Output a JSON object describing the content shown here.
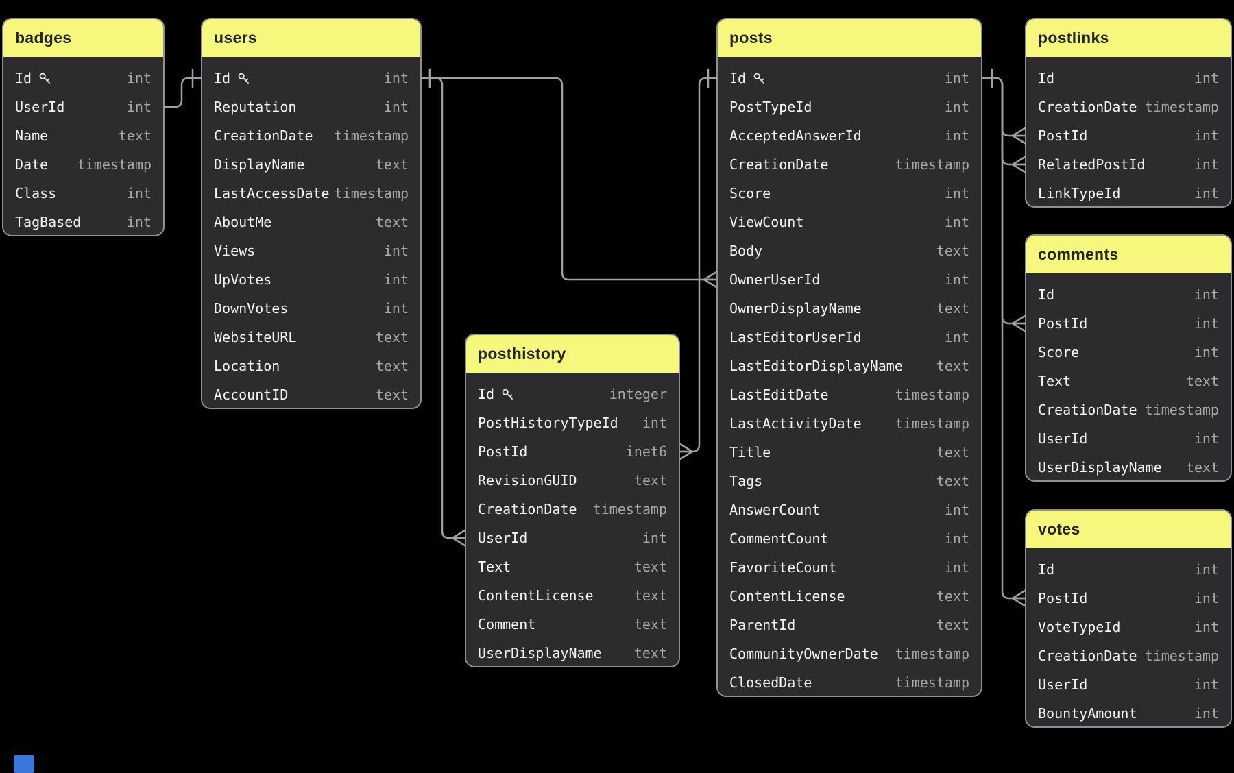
{
  "diagram": {
    "tables": [
      {
        "id": "badges",
        "title": "badges",
        "columns": [
          {
            "name": "Id",
            "type": "int",
            "key": true
          },
          {
            "name": "UserId",
            "type": "int"
          },
          {
            "name": "Name",
            "type": "text"
          },
          {
            "name": "Date",
            "type": "timestamp"
          },
          {
            "name": "Class",
            "type": "int"
          },
          {
            "name": "TagBased",
            "type": "int"
          }
        ]
      },
      {
        "id": "users",
        "title": "users",
        "columns": [
          {
            "name": "Id",
            "type": "int",
            "key": true
          },
          {
            "name": "Reputation",
            "type": "int"
          },
          {
            "name": "CreationDate",
            "type": "timestamp"
          },
          {
            "name": "DisplayName",
            "type": "text"
          },
          {
            "name": "LastAccessDate",
            "type": "timestamp"
          },
          {
            "name": "AboutMe",
            "type": "text"
          },
          {
            "name": "Views",
            "type": "int"
          },
          {
            "name": "UpVotes",
            "type": "int"
          },
          {
            "name": "DownVotes",
            "type": "int"
          },
          {
            "name": "WebsiteURL",
            "type": "text"
          },
          {
            "name": "Location",
            "type": "text"
          },
          {
            "name": "AccountID",
            "type": "text"
          }
        ]
      },
      {
        "id": "posthistory",
        "title": "posthistory",
        "columns": [
          {
            "name": "Id",
            "type": "integer",
            "key": true
          },
          {
            "name": "PostHistoryTypeId",
            "type": "int"
          },
          {
            "name": "PostId",
            "type": "inet6"
          },
          {
            "name": "RevisionGUID",
            "type": "text"
          },
          {
            "name": "CreationDate",
            "type": "timestamp"
          },
          {
            "name": "UserId",
            "type": "int"
          },
          {
            "name": "Text",
            "type": "text"
          },
          {
            "name": "ContentLicense",
            "type": "text"
          },
          {
            "name": "Comment",
            "type": "text"
          },
          {
            "name": "UserDisplayName",
            "type": "text"
          }
        ]
      },
      {
        "id": "posts",
        "title": "posts",
        "columns": [
          {
            "name": "Id",
            "type": "int",
            "key": true
          },
          {
            "name": "PostTypeId",
            "type": "int"
          },
          {
            "name": "AcceptedAnswerId",
            "type": "int"
          },
          {
            "name": "CreationDate",
            "type": "timestamp"
          },
          {
            "name": "Score",
            "type": "int"
          },
          {
            "name": "ViewCount",
            "type": "int"
          },
          {
            "name": "Body",
            "type": "text"
          },
          {
            "name": "OwnerUserId",
            "type": "int"
          },
          {
            "name": "OwnerDisplayName",
            "type": "text"
          },
          {
            "name": "LastEditorUserId",
            "type": "int"
          },
          {
            "name": "LastEditorDisplayName",
            "type": "text"
          },
          {
            "name": "LastEditDate",
            "type": "timestamp"
          },
          {
            "name": "LastActivityDate",
            "type": "timestamp"
          },
          {
            "name": "Title",
            "type": "text"
          },
          {
            "name": "Tags",
            "type": "text"
          },
          {
            "name": "AnswerCount",
            "type": "int"
          },
          {
            "name": "CommentCount",
            "type": "int"
          },
          {
            "name": "FavoriteCount",
            "type": "int"
          },
          {
            "name": "ContentLicense",
            "type": "text"
          },
          {
            "name": "ParentId",
            "type": "text"
          },
          {
            "name": "CommunityOwnerDate",
            "type": "timestamp"
          },
          {
            "name": "ClosedDate",
            "type": "timestamp"
          }
        ]
      },
      {
        "id": "postlinks",
        "title": "postlinks",
        "columns": [
          {
            "name": "Id",
            "type": "int"
          },
          {
            "name": "CreationDate",
            "type": "timestamp"
          },
          {
            "name": "PostId",
            "type": "int"
          },
          {
            "name": "RelatedPostId",
            "type": "int"
          },
          {
            "name": "LinkTypeId",
            "type": "int"
          }
        ]
      },
      {
        "id": "comments",
        "title": "comments",
        "columns": [
          {
            "name": "Id",
            "type": "int"
          },
          {
            "name": "PostId",
            "type": "int"
          },
          {
            "name": "Score",
            "type": "int"
          },
          {
            "name": "Text",
            "type": "text"
          },
          {
            "name": "CreationDate",
            "type": "timestamp"
          },
          {
            "name": "UserId",
            "type": "int"
          },
          {
            "name": "UserDisplayName",
            "type": "text"
          }
        ]
      },
      {
        "id": "votes",
        "title": "votes",
        "columns": [
          {
            "name": "Id",
            "type": "int"
          },
          {
            "name": "PostId",
            "type": "int"
          },
          {
            "name": "VoteTypeId",
            "type": "int"
          },
          {
            "name": "CreationDate",
            "type": "timestamp"
          },
          {
            "name": "UserId",
            "type": "int"
          },
          {
            "name": "BountyAmount",
            "type": "int"
          }
        ]
      }
    ],
    "relationships": [
      {
        "from": "badges.UserId",
        "to": "users.Id",
        "from_marker": "none",
        "to_marker": "one"
      },
      {
        "from": "users.Id",
        "to": "posthistory.UserId",
        "from_marker": "one",
        "to_marker": "many"
      },
      {
        "from": "users.Id",
        "to": "posts.OwnerUserId",
        "from_marker": "one",
        "to_marker": "many"
      },
      {
        "from": "posts.Id",
        "to": "posthistory.PostId",
        "from_marker": "one",
        "to_marker": "many"
      },
      {
        "from": "posts.Id",
        "to": "postlinks.PostId",
        "from_marker": "one",
        "to_marker": "many"
      },
      {
        "from": "posts.Id",
        "to": "postlinks.RelatedPostId",
        "from_marker": "one",
        "to_marker": "many"
      },
      {
        "from": "posts.Id",
        "to": "comments.PostId",
        "from_marker": "one",
        "to_marker": "many"
      },
      {
        "from": "posts.Id",
        "to": "votes.PostId",
        "from_marker": "one",
        "to_marker": "many"
      }
    ],
    "colors": {
      "background": "#000000",
      "card": "#2c2c2e",
      "card_border": "#8f8f94",
      "header": "#f5f87d",
      "header_text": "#242429",
      "column_name": "#f5f5f5",
      "column_type": "#a8a8a8",
      "connector": "#a0a0a0",
      "key_icon": "#e8e8e8",
      "blue_marker": "#3a78dc"
    }
  }
}
